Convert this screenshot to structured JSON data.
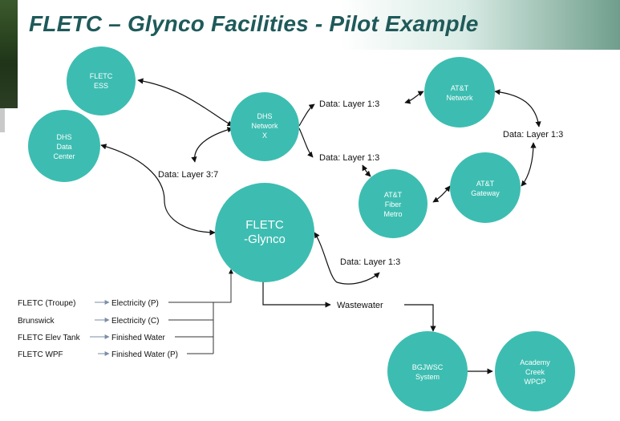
{
  "title": "FLETC – Glynco Facilities - Pilot Example",
  "nodes": {
    "fletc_ess": [
      "FLETC",
      "ESS"
    ],
    "dhs_data_center": [
      "DHS",
      "Data",
      "Center"
    ],
    "dhs_network_x": [
      "DHS",
      "Network",
      "X"
    ],
    "fletc_glynco": [
      "FLETC",
      "-Glynco"
    ],
    "att_network": [
      "AT&T",
      "Network"
    ],
    "att_gateway": [
      "AT&T",
      "Gateway"
    ],
    "att_fiber_metro": [
      "AT&T",
      "Fiber",
      "Metro"
    ],
    "bgjwsc_system": [
      "BGJWSC",
      "System"
    ],
    "academy_creek_wpcp": [
      "Academy",
      "Creek",
      "WPCP"
    ]
  },
  "labels": {
    "data_layer_1_3_top": "Data: Layer 1:3",
    "data_layer_1_3_mid": "Data: Layer 1:3",
    "data_layer_1_3_right": "Data: Layer 1:3",
    "data_layer_1_3_bottom": "Data: Layer 1:3",
    "data_layer_3_7": "Data: Layer 3:7",
    "wastewater": "Wastewater"
  },
  "inputs": [
    {
      "source": "FLETC (Troupe)",
      "resource": "Electricity (P)"
    },
    {
      "source": "Brunswick",
      "resource": "Electricity (C)"
    },
    {
      "source": "FLETC Elev Tank",
      "resource": "Finished Water"
    },
    {
      "source": "FLETC WPF",
      "resource": "Finished Water (P)"
    }
  ],
  "colors": {
    "node_fill": "#3dbdb1",
    "title": "#1f5a5a"
  }
}
